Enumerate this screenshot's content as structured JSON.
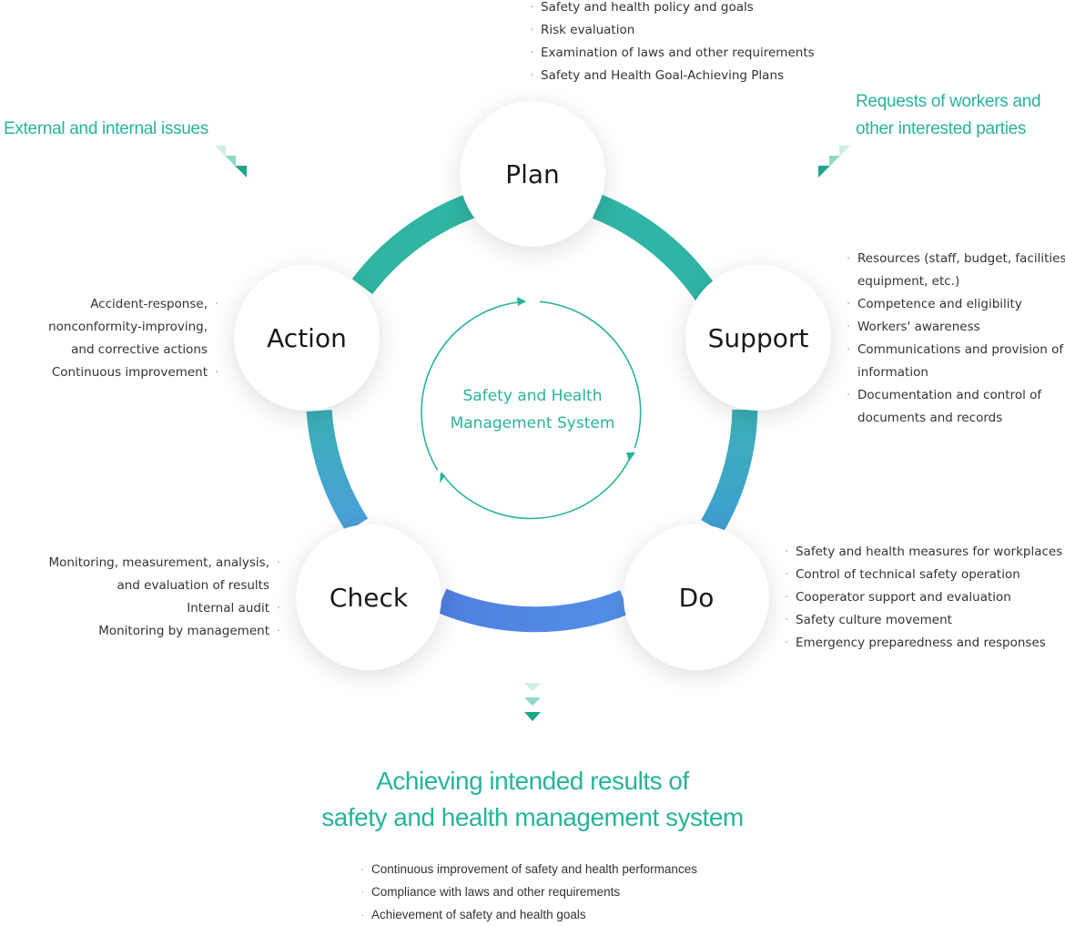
{
  "center": {
    "line1": "Safety and Health",
    "line2": "Management System"
  },
  "nodes": {
    "plan": "Plan",
    "support": "Support",
    "do": "Do",
    "check": "Check",
    "action": "Action"
  },
  "plan_items": [
    "Safety and health policy and goals",
    "Risk evaluation",
    "Examination of laws and other requirements",
    "Safety and Health Goal-Achieving Plans"
  ],
  "support_items": [
    "Resources (staff, budget, facilities,",
    "equipment, etc.)",
    "Competence and eligibility",
    "Workers' awareness",
    "Communications and provision of",
    "information",
    "Documentation and control of",
    "documents and records"
  ],
  "do_items": [
    "Safety and health measures for workplaces",
    "Control of technical safety operation",
    "Cooperator support and evaluation",
    "Safety culture movement",
    "Emergency preparedness and responses"
  ],
  "check_items": [
    "Monitoring, measurement, analysis,",
    "and evaluation of results",
    "Internal audit",
    "Monitoring by management"
  ],
  "action_items": [
    "Accident-response,",
    "nonconformity-improving,",
    "and corrective actions",
    "Continuous improvement"
  ],
  "external_issues": "External and internal issues",
  "requests": {
    "line1": "Requests of workers and",
    "line2": "other interested parties"
  },
  "results": {
    "title_line1": "Achieving intended results of",
    "title_line2": "safety and health management system",
    "items": [
      "Continuous improvement of safety and health performances",
      "Compliance with laws and other requirements",
      "Achievement of safety and health goals"
    ]
  },
  "colors": {
    "accent": "#27b49a",
    "arc_teal": "#2fb5a2",
    "arc_blue": "#4ea4c8",
    "arc_royal": "#4f86e3"
  }
}
